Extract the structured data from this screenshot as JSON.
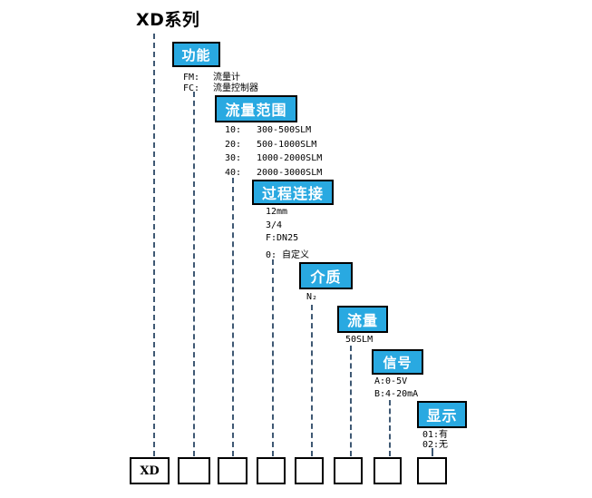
{
  "title": "XD系列",
  "base_code": "XD",
  "colors": {
    "accent": "#29a9e1",
    "box_border": "#000000",
    "dash_line": "#3e5873",
    "label_text": "#ffffff",
    "option_text": "#000000",
    "background": "#ffffff"
  },
  "fields": [
    {
      "id": "function",
      "label": "功能",
      "options": [
        {
          "code": "FM:",
          "desc": "流量计"
        },
        {
          "code": "FC:",
          "desc": "流量控制器"
        }
      ]
    },
    {
      "id": "flow-range",
      "label": "流量范围",
      "options": [
        {
          "code": "10:",
          "desc": "300-500SLM"
        },
        {
          "code": "20:",
          "desc": "500-1000SLM"
        },
        {
          "code": "30:",
          "desc": "1000-2000SLM"
        },
        {
          "code": "40:",
          "desc": "2000-3000SLM"
        }
      ]
    },
    {
      "id": "process-connection",
      "label": "过程连接",
      "options": [
        {
          "code": "12mm",
          "desc": ""
        },
        {
          "code": "3/4",
          "desc": ""
        },
        {
          "code": "F:DN25",
          "desc": ""
        },
        {
          "code": "0: 自定义",
          "desc": ""
        }
      ]
    },
    {
      "id": "medium",
      "label": "介质",
      "options": [
        {
          "code": "N₂",
          "desc": ""
        }
      ]
    },
    {
      "id": "flow",
      "label": "流量",
      "options": [
        {
          "code": "50SLM",
          "desc": ""
        }
      ]
    },
    {
      "id": "signal",
      "label": "信号",
      "options": [
        {
          "code": "A:0-5V",
          "desc": ""
        },
        {
          "code": "B:4-20mA",
          "desc": ""
        }
      ]
    },
    {
      "id": "display",
      "label": "显示",
      "options": [
        {
          "code": "01:有",
          "desc": ""
        },
        {
          "code": "02:无",
          "desc": ""
        }
      ]
    }
  ],
  "code_row": {
    "boxes": [
      "XD",
      "",
      "",
      "",
      "",
      "",
      "",
      ""
    ]
  }
}
